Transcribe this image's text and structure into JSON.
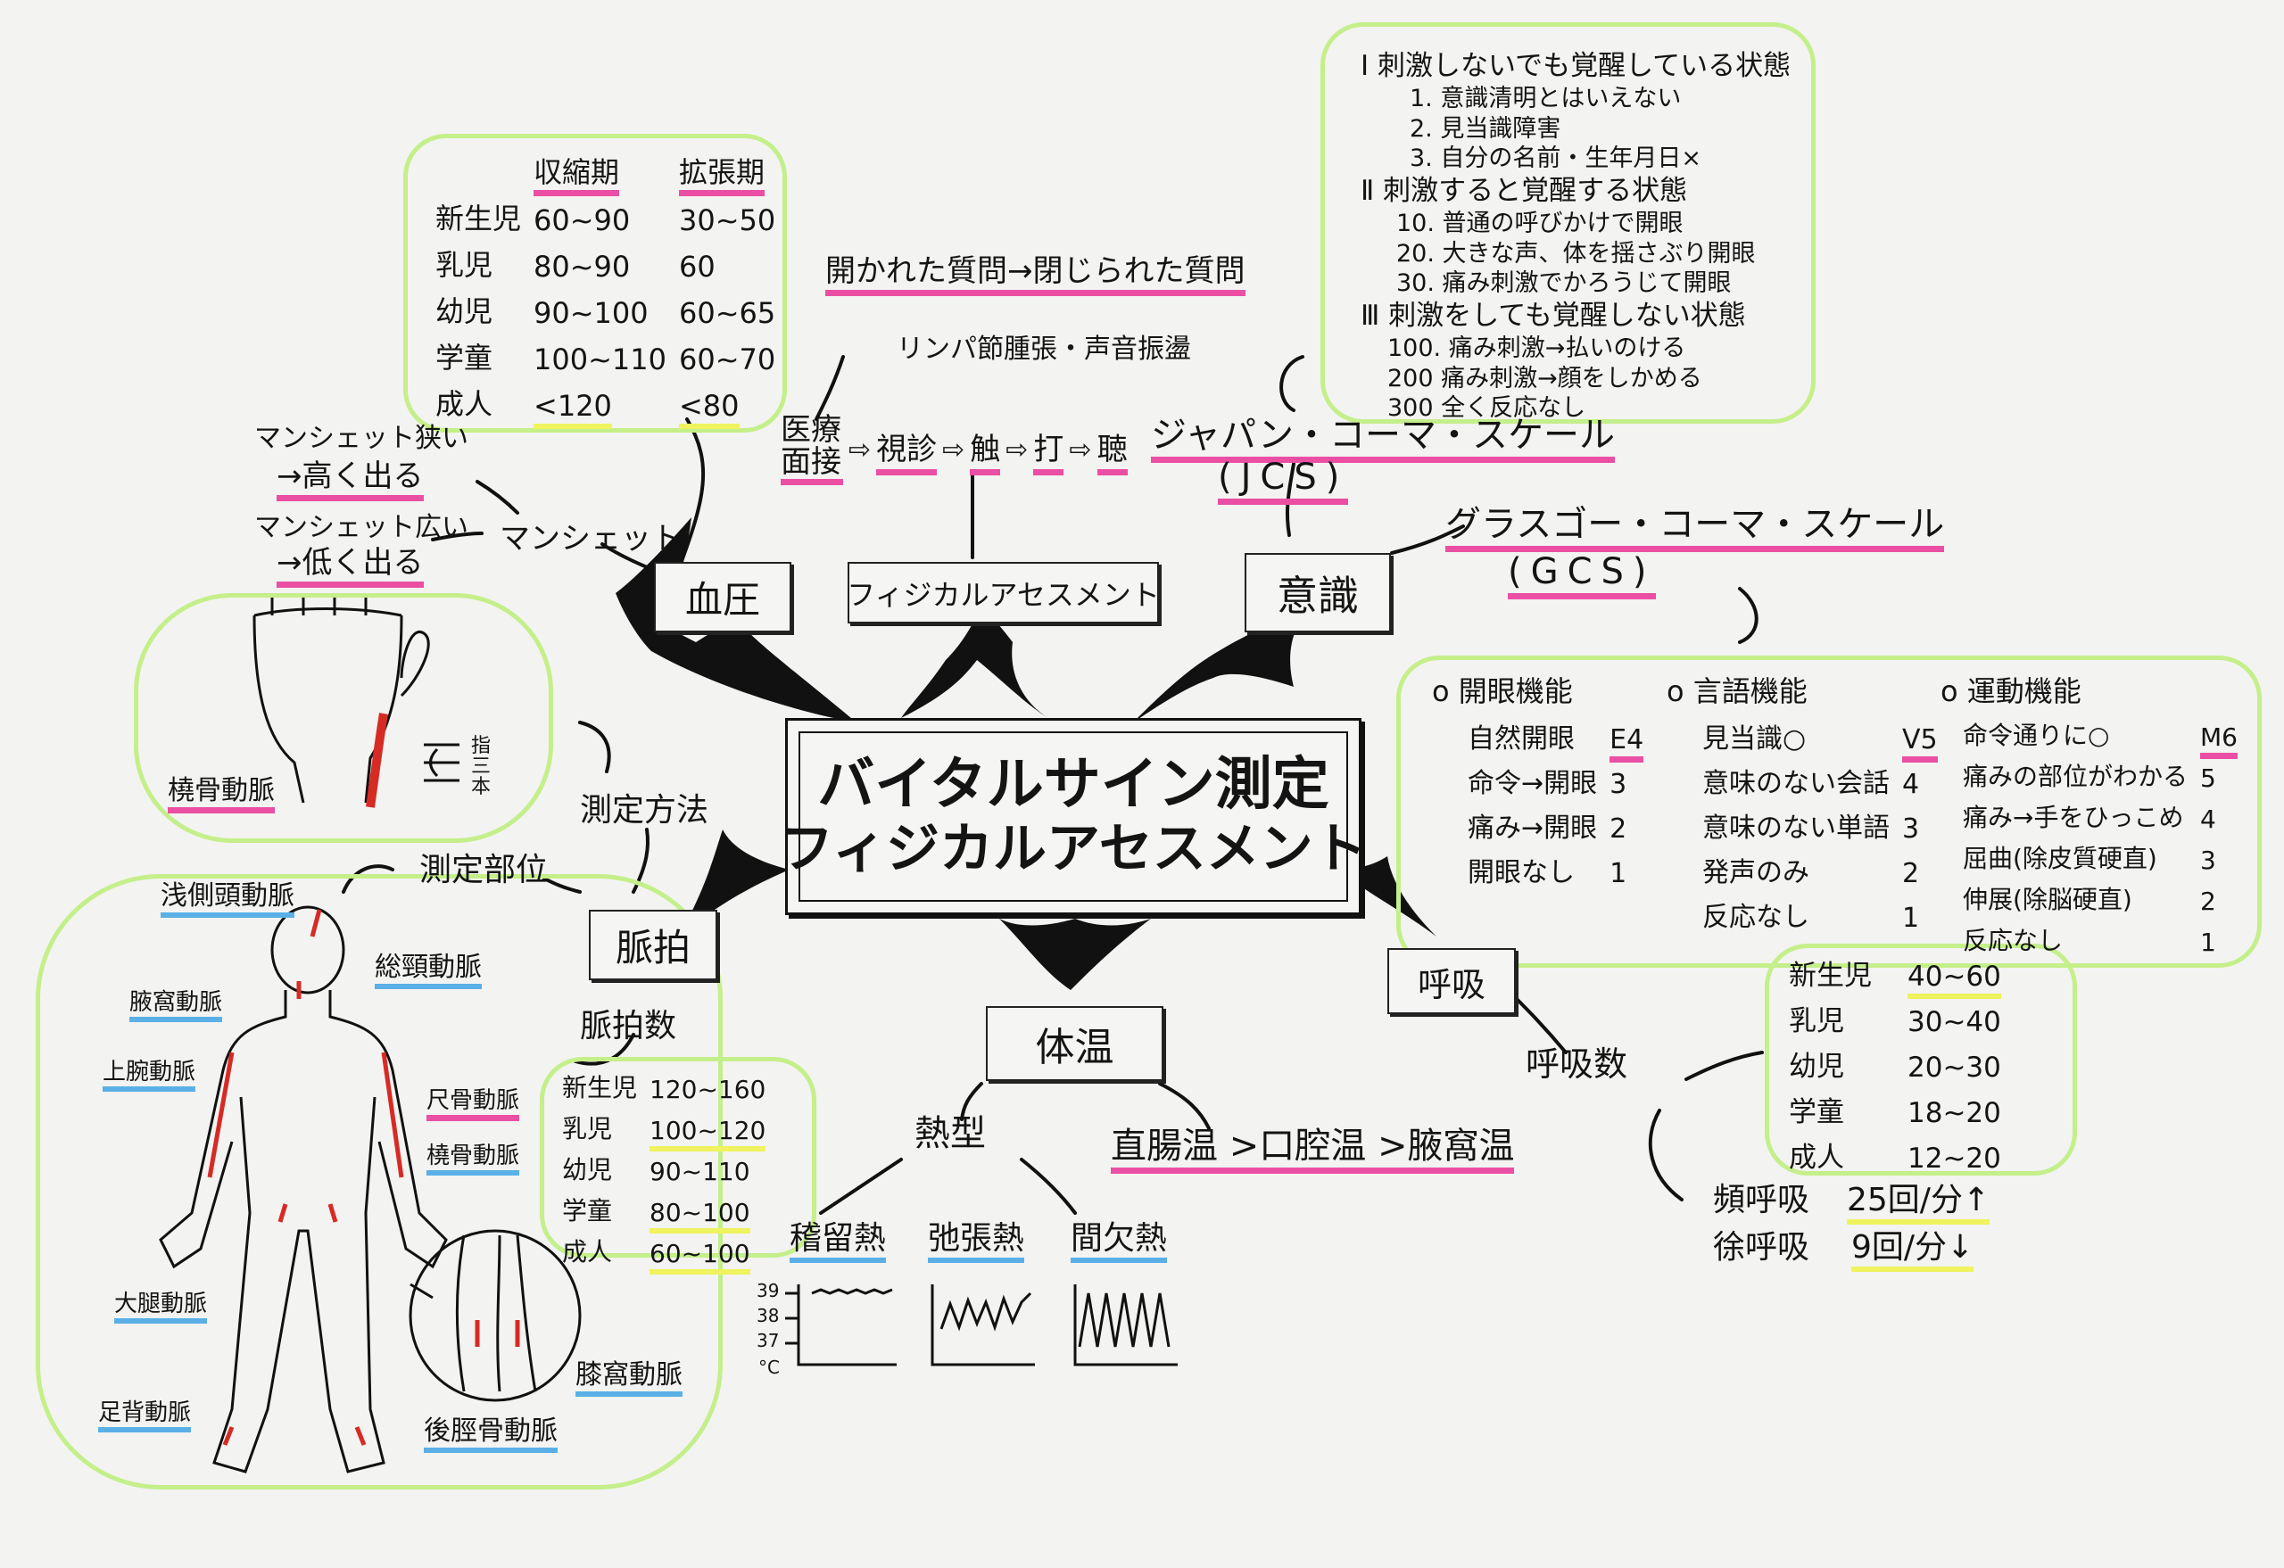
{
  "center": {
    "line1": "バイタルサイン測定",
    "line2": "フィジカルアセスメント"
  },
  "branches": {
    "blood_pressure": "血圧",
    "physical": "フィジカルアセスメント",
    "consciousness": "意識",
    "pulse": "脈拍",
    "temperature": "体温",
    "respiration": "呼吸"
  },
  "bp": {
    "headers": [
      "収縮期",
      "拡張期"
    ],
    "rows": [
      {
        "age": "新生児",
        "sys": "60~90",
        "dia": "30~50"
      },
      {
        "age": "乳児",
        "sys": "80~90",
        "dia": "60"
      },
      {
        "age": "幼児",
        "sys": "90~100",
        "dia": "60~65"
      },
      {
        "age": "学童",
        "sys": "100~110",
        "dia": "60~70"
      },
      {
        "age": "成人",
        "sys": "<120",
        "dia": "<80"
      }
    ],
    "cuff": "マンシェット",
    "cuff_narrow_1": "マンシェット狭い",
    "cuff_narrow_2": "→高く出る",
    "cuff_wide_1": "マンシェット広い",
    "cuff_wide_2": "→低く出る"
  },
  "physical": {
    "question": "開かれた質問→閉じられた質問",
    "note": "リンパ節腫張・声音振盪",
    "steps": [
      "医療面接",
      "視診",
      "触",
      "打",
      "聴"
    ]
  },
  "jcs": {
    "title": "ジャパン・コーマ・スケール",
    "abbr": "(JCS)",
    "lines": [
      "Ⅰ 刺激しないでも覚醒している状態",
      "1. 意識清明とはいえない",
      "2. 見当識障害",
      "3. 自分の名前・生年月日×",
      "Ⅱ 刺激すると覚醒する状態",
      "10. 普通の呼びかけで開眼",
      "20. 大きな声、体を揺さぶり開眼",
      "30. 痛み刺激でかろうじて開眼",
      "Ⅲ 刺激をしても覚醒しない状態",
      "100. 痛み刺激→払いのける",
      "200 痛み刺激→顔をしかめる",
      "300 全く反応なし"
    ]
  },
  "gcs": {
    "title": "グラスゴー・コーマ・スケール",
    "abbr": "(GCS)",
    "eye": {
      "title": "o 開眼機能",
      "code": "E4",
      "rows": [
        {
          "label": "自然開眼",
          "score": ""
        },
        {
          "label": "命令→開眼",
          "score": "3"
        },
        {
          "label": "痛み→開眼",
          "score": "2"
        },
        {
          "label": "開眼なし",
          "score": "1"
        }
      ]
    },
    "verbal": {
      "title": "o 言語機能",
      "code": "V5",
      "rows": [
        {
          "label": "見当識○",
          "score": ""
        },
        {
          "label": "意味のない会話",
          "score": "4"
        },
        {
          "label": "意味のない単語",
          "score": "3"
        },
        {
          "label": "発声のみ",
          "score": "2"
        },
        {
          "label": "反応なし",
          "score": "1"
        }
      ]
    },
    "motor": {
      "title": "o 運動機能",
      "code": "M6",
      "rows": [
        {
          "label": "命令通りに○",
          "score": ""
        },
        {
          "label": "痛みの部位がわかる",
          "score": "5"
        },
        {
          "label": "痛み→手をひっこめ",
          "score": "4"
        },
        {
          "label": "屈曲(除皮質硬直)",
          "score": "3"
        },
        {
          "label": "伸展(除脳硬直)",
          "score": "2"
        },
        {
          "label": "反応なし",
          "score": "1"
        }
      ]
    }
  },
  "pulse": {
    "method": "測定方法",
    "site": "測定部位",
    "count_label": "脈拍数",
    "fingers": "指三本",
    "rows": [
      {
        "age": "新生児",
        "val": "120~160"
      },
      {
        "age": "乳児",
        "val": "100~120"
      },
      {
        "age": "幼児",
        "val": "90~110"
      },
      {
        "age": "学童",
        "val": "80~100"
      },
      {
        "age": "成人",
        "val": "60~100"
      }
    ],
    "arteries": {
      "radial_hand": "橈骨動脈",
      "temporal": "浅側頭動脈",
      "carotid": "総頸動脈",
      "axillary": "腋窩動脈",
      "brachial": "上腕動脈",
      "ulnar": "尺骨動脈",
      "radial": "橈骨動脈",
      "femoral": "大腿動脈",
      "dorsalis": "足背動脈",
      "popliteal": "膝窩動脈",
      "post_tibial": "後脛骨動脈"
    }
  },
  "temp": {
    "fever_type": "熱型",
    "types": [
      "稽留熱",
      "弛張熱",
      "間欠熱"
    ],
    "axis": [
      "39",
      "38",
      "37",
      "°C"
    ],
    "order": "直腸温 >口腔温 >腋窩温"
  },
  "resp": {
    "count_label": "呼吸数",
    "rows": [
      {
        "age": "新生児",
        "val": "40~60"
      },
      {
        "age": "乳児",
        "val": "30~40"
      },
      {
        "age": "幼児",
        "val": "20~30"
      },
      {
        "age": "学童",
        "val": "18~20"
      },
      {
        "age": "成人",
        "val": "12~20"
      }
    ],
    "tachy": "頻呼吸",
    "tachy_val": "25回/分↑",
    "brady": "徐呼吸",
    "brady_val": "9回/分↓"
  },
  "colors": {
    "pink": "#ea4fa4",
    "blue": "#5ab0e6",
    "yellow": "#eef35e",
    "green": "#c4ef8a",
    "red": "#d62b25"
  }
}
